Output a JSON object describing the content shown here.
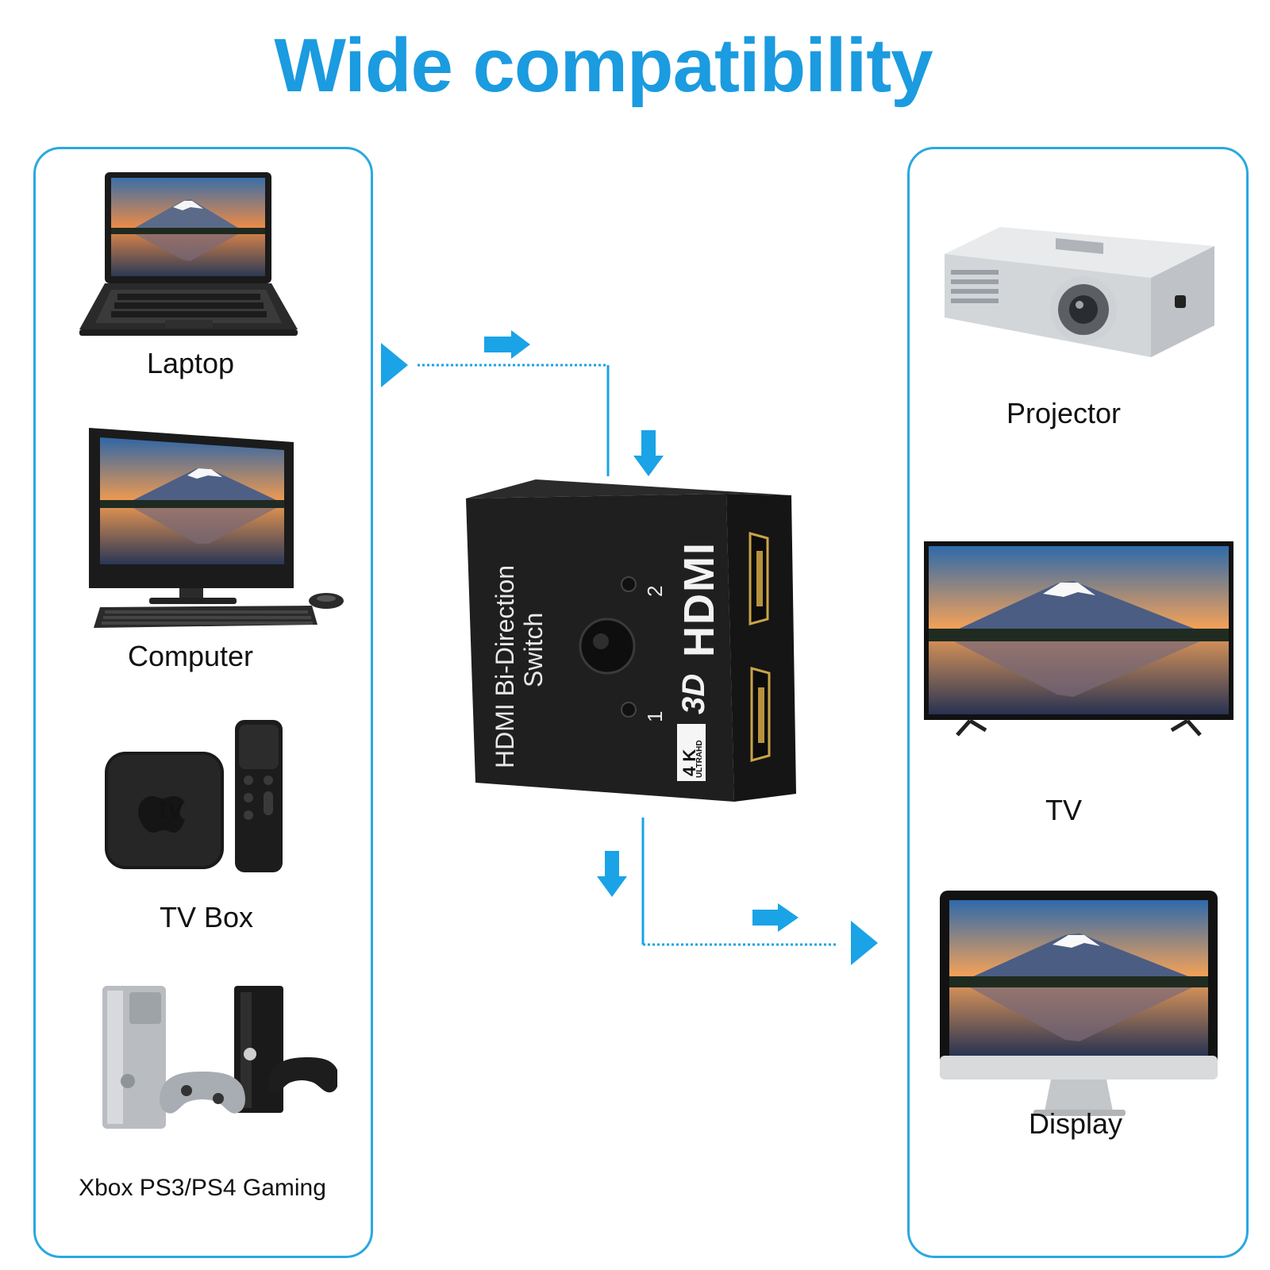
{
  "header": {
    "title": "Wide compatibility"
  },
  "sources": {
    "items": [
      {
        "label": "Laptop"
      },
      {
        "label": "Computer"
      },
      {
        "label": "TV Box"
      },
      {
        "label": "Xbox PS3/PS4 Gaming"
      }
    ]
  },
  "outputs": {
    "items": [
      {
        "label": "Projector"
      },
      {
        "label": "TV"
      },
      {
        "label": "Display"
      }
    ]
  },
  "switch": {
    "name_line1": "HDMI Bi-Direction",
    "name_line2": "Switch",
    "brand": "HDMI",
    "badge_3d": "3D",
    "badge_4k": "4 K",
    "badge_uhd": "ULTRAHD",
    "port1": "1",
    "port2": "2"
  },
  "tvbox": {
    "logo_text": "tv"
  },
  "colors": {
    "accent": "#1b9be0",
    "panel_border": "#2aa8e0",
    "arrow": "#1aa3e6"
  }
}
